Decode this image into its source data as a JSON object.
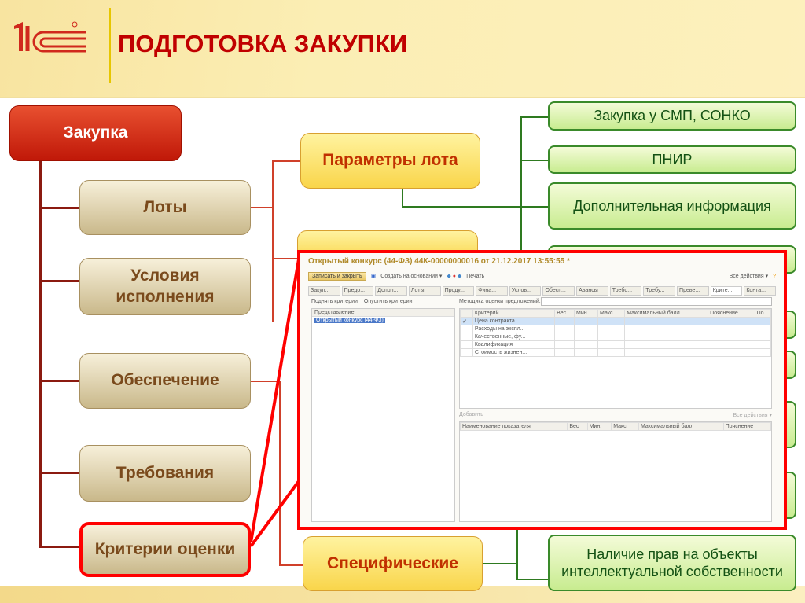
{
  "header": {
    "title": "ПОДГОТОВКА ЗАКУПКИ",
    "logo": "1С"
  },
  "diagram": {
    "root": "Закупка",
    "level1": [
      "Лоты",
      "Условия исполнения",
      "Обеспечение",
      "Требования",
      "Критерии оценки"
    ],
    "level2": [
      "Параметры лота",
      "Специфические"
    ],
    "level3": [
      "Закупка у СМП, СОНКО",
      "ПНИР",
      "Дополнительная информация",
      "Наличие прав на объекты интеллектуальной собственности"
    ]
  },
  "colors": {
    "accent": "#c00000",
    "highlight": "#ff0000",
    "green": "#2e7a20"
  },
  "screenshot": {
    "title": "Открытый конкурс (44-ФЗ) 44К-00000000016 от 21.12.2017 13:55:55 *",
    "toolbar": {
      "save_close": "Записать и закрыть",
      "create_based": "Создать на основании ▾",
      "print": "Печать",
      "all_actions": "Все действия ▾"
    },
    "tabs": [
      "Закуп...",
      "Предо...",
      "Допол...",
      "Лоты",
      "Проду...",
      "Фина...",
      "Услов...",
      "Обесп...",
      "Авансы",
      "Требо...",
      "Требу...",
      "Преве...",
      "Крите...",
      "Конта..."
    ],
    "left": {
      "raise": "Поднять критерии",
      "lower": "Опустить критерии",
      "column": "Представление",
      "item": "Открытый конкурс (44-ФЗ)"
    },
    "method_label": "Методика оценки предложений:",
    "criteria_columns": [
      "",
      "Критерий",
      "Вес",
      "Мин.",
      "Макс.",
      "Максимальный балл",
      "Пояснение",
      "По"
    ],
    "criteria_rows": [
      {
        "checked": "✔",
        "name": "Цена контракта"
      },
      {
        "checked": "",
        "name": "Расходы на экспл..."
      },
      {
        "checked": "",
        "name": "Качественные, фу..."
      },
      {
        "checked": "",
        "name": "Квалификация"
      },
      {
        "checked": "",
        "name": "Стоимость жизнен..."
      }
    ],
    "bottom": {
      "add": "Добавить",
      "all_actions": "Все действия ▾",
      "columns": [
        "Наименование показателя",
        "Вес",
        "Мин.",
        "Макс.",
        "Максимальный балл",
        "Пояснение"
      ]
    }
  }
}
